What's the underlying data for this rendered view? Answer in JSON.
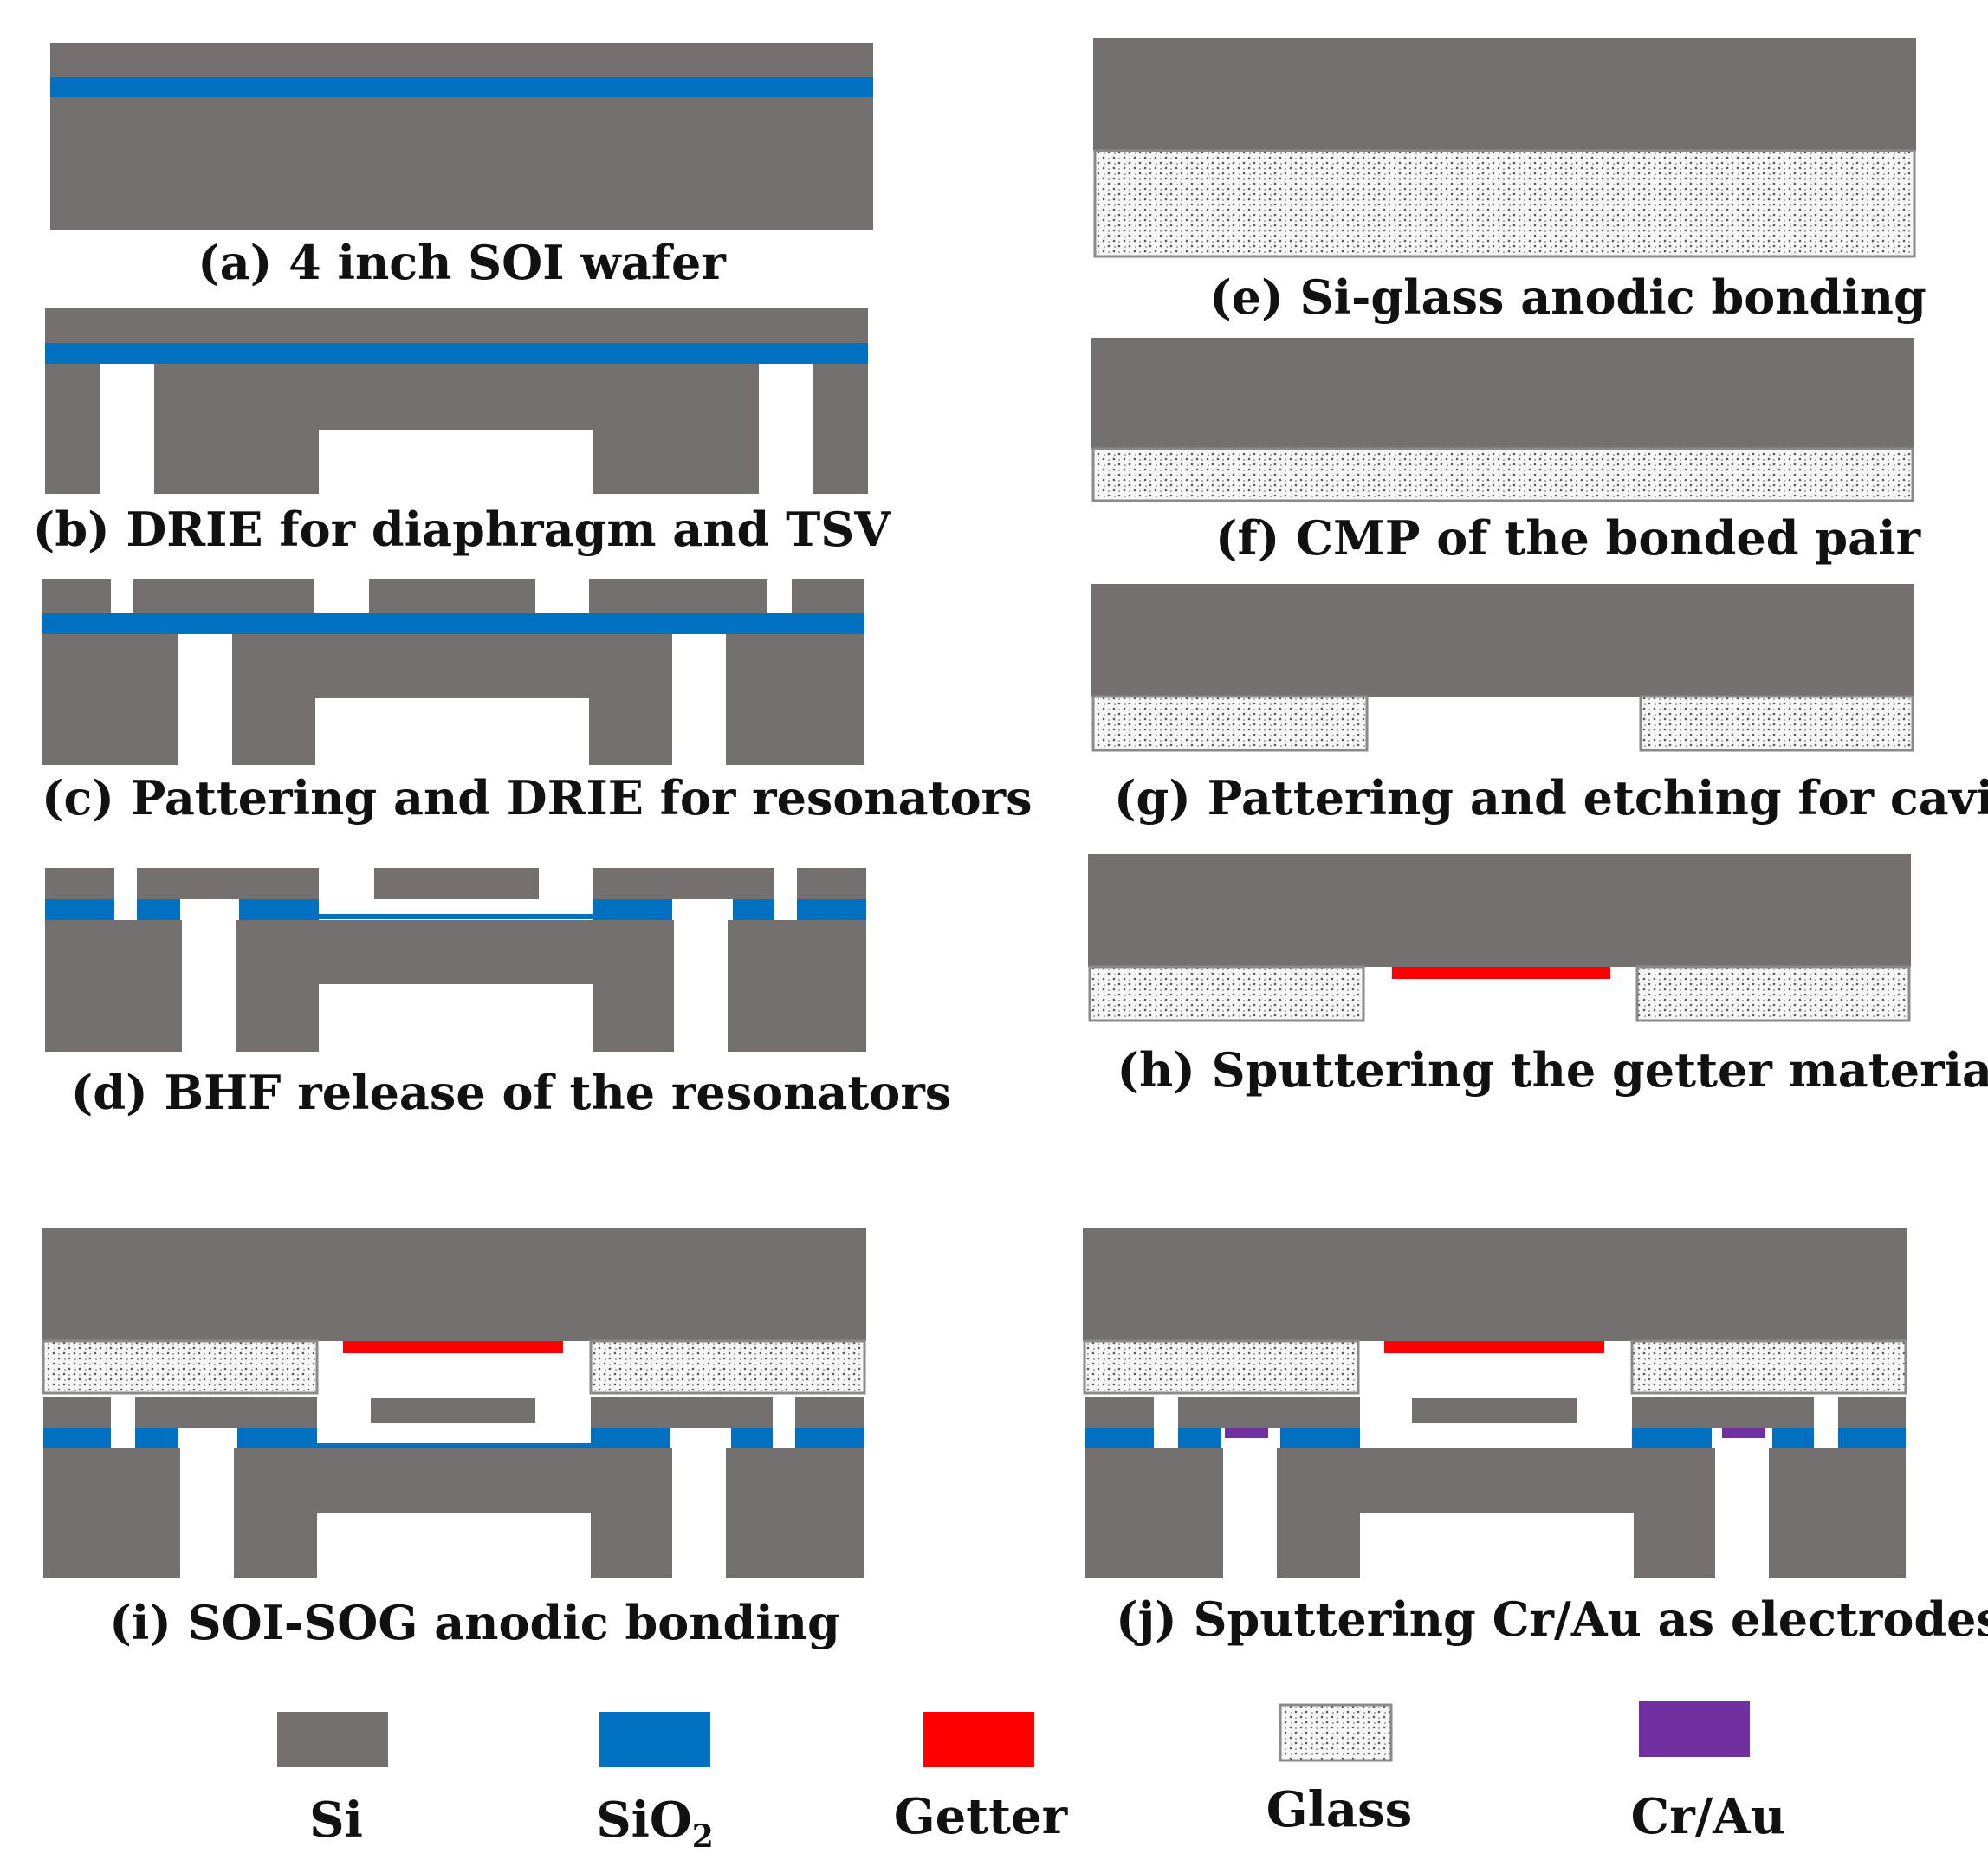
{
  "colors": {
    "si": "#747070",
    "sio2": "#0070c0",
    "getter": "#ff0000",
    "glass_bg": "#f7f7f7",
    "glass_dot": "#5a5a5a",
    "glass_border": "#8a8a8a",
    "crau": "#7030a0"
  },
  "steps": {
    "a": "(a) 4 inch SOI wafer",
    "b": "(b) DRIE for diaphragm and TSV",
    "c": "(c) Pattering and DRIE for resonators",
    "d": "(d) BHF release of the resonators",
    "e": "(e) Si-glass  anodic bonding",
    "f": "(f) CMP of the bonded pair",
    "g": "(g) Pattering and etching for cavity",
    "h": "(h) Sputtering the getter material",
    "i": "(i) SOI-SOG anodic bonding",
    "j": "(j) Sputtering Cr/Au as electrodes"
  },
  "legend": {
    "si": "Si",
    "sio2_main": "SiO",
    "sio2_sub": "2",
    "getter": "Getter",
    "glass": "Glass",
    "crau": "Cr/Au"
  }
}
